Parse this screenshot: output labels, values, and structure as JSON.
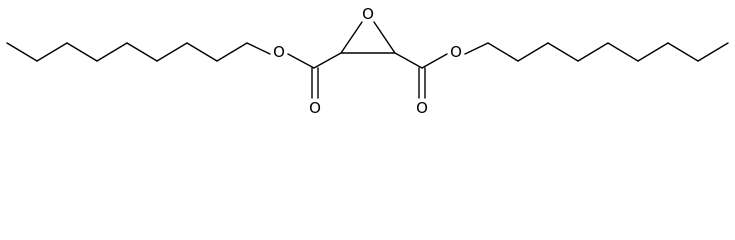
{
  "molecule": {
    "atom_labels": {
      "epoxide_oxygen": "O",
      "left_ester_oxygen": "O",
      "left_carbonyl_oxygen": "O",
      "right_ester_oxygen": "O",
      "right_carbonyl_oxygen": "O"
    },
    "colors": {
      "bond": "#000000",
      "background": "#ffffff"
    }
  }
}
